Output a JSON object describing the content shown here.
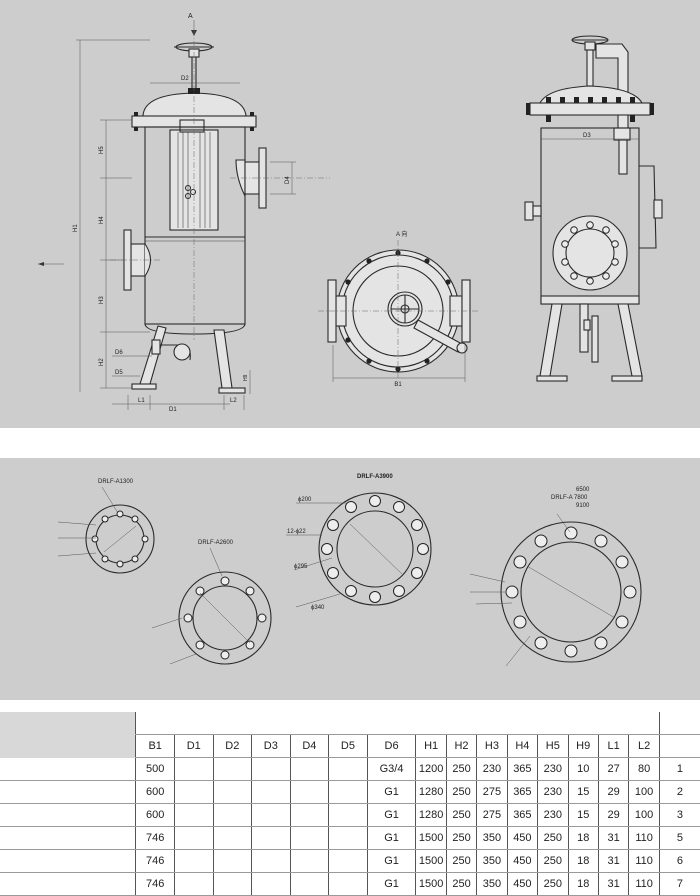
{
  "top_drawing": {
    "label_A_top": "A",
    "dims_left": [
      "H1",
      "H5",
      "H4",
      "H3",
      "H2",
      "D5",
      "D6",
      "L1",
      "D1",
      "L2",
      "H9"
    ],
    "label_D2": "D2",
    "label_D4": "D4",
    "top_view_label": "A 向",
    "top_view_B1": "B1",
    "label_D3": "D3"
  },
  "flanges": {
    "a1300": "DRLF-A1300",
    "a2600": "DRLF-A2600",
    "a3900": "DRLF-A3900",
    "dim_200": "ϕ200",
    "dim_12_22": "12-ϕ22",
    "dim_295": "ϕ295",
    "dim_340": "ϕ340",
    "big_models": [
      "6500",
      "DRLF-A 7800",
      "9100"
    ]
  },
  "table": {
    "headers": [
      "B1",
      "D1",
      "D2",
      "D3",
      "D4",
      "D5",
      "D6",
      "H1",
      "H2",
      "H3",
      "H4",
      "H5",
      "H9",
      "L1",
      "L2"
    ],
    "rows": [
      {
        "B1": "500",
        "D6": "G3/4",
        "H1": "1200",
        "H2": "250",
        "H3": "230",
        "H4": "365",
        "H5": "230",
        "H9": "10",
        "L1": "27",
        "L2": "80",
        "idx": "1"
      },
      {
        "B1": "600",
        "D6": "G1",
        "H1": "1280",
        "H2": "250",
        "H3": "275",
        "H4": "365",
        "H5": "230",
        "H9": "15",
        "L1": "29",
        "L2": "100",
        "idx": "2"
      },
      {
        "B1": "600",
        "D6": "G1",
        "H1": "1280",
        "H2": "250",
        "H3": "275",
        "H4": "365",
        "H5": "230",
        "H9": "15",
        "L1": "29",
        "L2": "100",
        "idx": "3"
      },
      {
        "B1": "746",
        "D6": "G1",
        "H1": "1500",
        "H2": "250",
        "H3": "350",
        "H4": "450",
        "H5": "250",
        "H9": "18",
        "L1": "31",
        "L2": "110",
        "idx": "5"
      },
      {
        "B1": "746",
        "D6": "G1",
        "H1": "1500",
        "H2": "250",
        "H3": "350",
        "H4": "450",
        "H5": "250",
        "H9": "18",
        "L1": "31",
        "L2": "110",
        "idx": "6"
      },
      {
        "B1": "746",
        "D6": "G1",
        "H1": "1500",
        "H2": "250",
        "H3": "350",
        "H4": "450",
        "H5": "250",
        "H9": "18",
        "L1": "31",
        "L2": "110",
        "idx": "7"
      }
    ]
  }
}
